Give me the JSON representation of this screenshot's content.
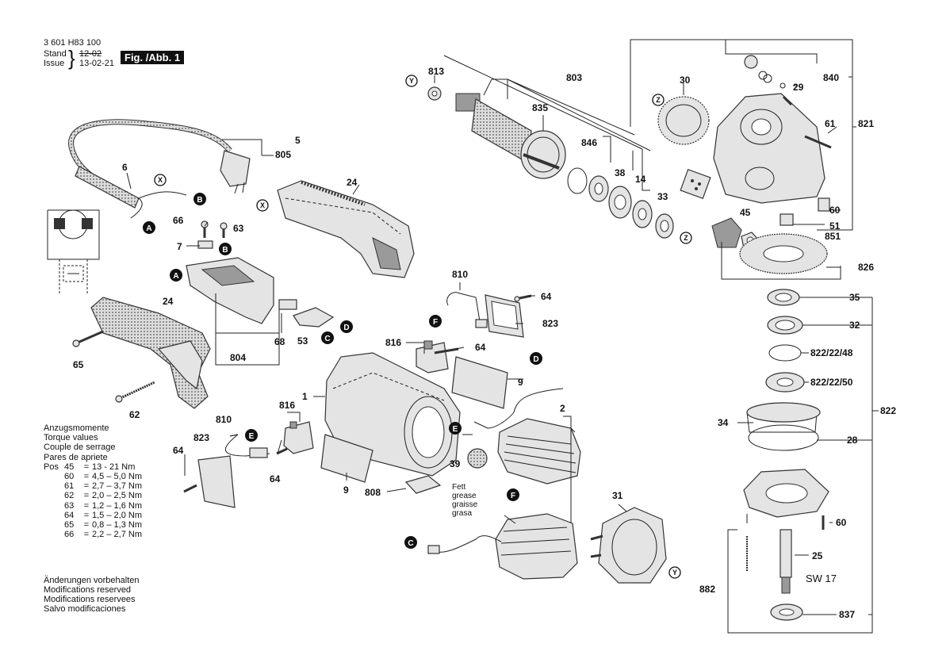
{
  "header": {
    "part_number": "3 601 H83 100",
    "stand_label": "Stand",
    "issue_label": "Issue",
    "old_date": "12-02",
    "new_date": "13-02-21",
    "figure": "Fig. /Abb. 1"
  },
  "torque": {
    "titles": [
      "Anzugsmomente",
      "Torque values",
      "Couple de serrage",
      "Pares de apriete"
    ],
    "pos_label": "Pos",
    "rows": [
      {
        "pos": "45",
        "op": "=",
        "value": "13 - 21 Nm"
      },
      {
        "pos": "60",
        "op": "=",
        "value": "4,5 – 5,0 Nm"
      },
      {
        "pos": "61",
        "op": "=",
        "value": "2,7 – 3,7 Nm"
      },
      {
        "pos": "62",
        "op": "=",
        "value": "2,0 – 2,5 Nm"
      },
      {
        "pos": "63",
        "op": "=",
        "value": "1,2 – 1,6 Nm"
      },
      {
        "pos": "64",
        "op": "=",
        "value": "1,5 – 2,0 Nm"
      },
      {
        "pos": "65",
        "op": "=",
        "value": "0,8 – 1,3 Nm"
      },
      {
        "pos": "66",
        "op": "=",
        "value": "2,2 – 2,7 Nm"
      }
    ]
  },
  "notes": [
    "Änderungen vorbehalten",
    "Modifications reserved",
    "Modifications reservees",
    "Salvo modificaciones"
  ],
  "grease": [
    "Fett",
    "grease",
    "graisse",
    "grasa"
  ],
  "sw_label": "SW 17",
  "labels": {
    "l5": "5",
    "l805": "805",
    "l6": "6",
    "l24a": "24",
    "l66": "66",
    "l63a": "63",
    "l7": "7",
    "l804": "804",
    "l68": "68",
    "l53": "53",
    "l24b": "24",
    "l65": "65",
    "l62": "62",
    "l813": "813",
    "l803": "803",
    "l835": "835",
    "l846": "846",
    "l38": "38",
    "l14": "14",
    "l33": "33",
    "l30": "30",
    "l840": "840",
    "l29": "29",
    "l61": "61",
    "l821": "821",
    "l60a": "60",
    "l51": "51",
    "l851": "851",
    "l45": "45",
    "l826": "826",
    "l810a": "810",
    "l64a": "64",
    "l823a": "823",
    "l816a": "816",
    "l64b": "64",
    "l9a": "9",
    "l2": "2",
    "l1": "1",
    "l816b": "816",
    "l810b": "810",
    "l823b": "823",
    "l64c": "64",
    "l64d": "64",
    "l9b": "9",
    "l808": "808",
    "l39": "39",
    "l31": "31",
    "l35": "35",
    "l32": "32",
    "l82248": "822/22/48",
    "l82250": "822/22/50",
    "l822": "822",
    "l34": "34",
    "l28": "28",
    "l60b": "60",
    "l25": "25",
    "l882": "882",
    "l837": "837"
  },
  "connectors": {
    "A": "A",
    "B": "B",
    "C": "C",
    "D": "D",
    "E": "E",
    "F": "F",
    "X": "X",
    "Y": "Y",
    "Z": "Z"
  }
}
